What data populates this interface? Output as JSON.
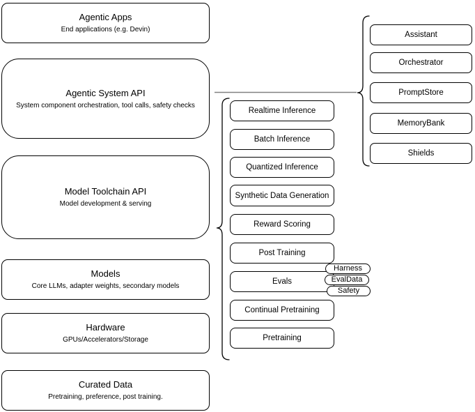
{
  "diagram": {
    "stack": [
      {
        "title": "Agentic Apps",
        "subtitle": "End applications (e.g. Devin)"
      },
      {
        "title": "Agentic System API",
        "subtitle": "System component orchestration, tool calls, safety checks"
      },
      {
        "title": "Model Toolchain API",
        "subtitle": "Model development & serving"
      },
      {
        "title": "Models",
        "subtitle": "Core LLMs, adapter weights, secondary models"
      },
      {
        "title": "Hardware",
        "subtitle": "GPUs/Accelerators/Storage"
      },
      {
        "title": "Curated Data",
        "subtitle": "Pretraining, preference, post training."
      }
    ],
    "toolchain": [
      "Realtime Inference",
      "Batch Inference",
      "Quantized Inference",
      "Synthetic Data Generation",
      "Reward Scoring",
      "Post Training",
      "Evals",
      "Continual Pretraining",
      "Pretraining"
    ],
    "evals_tags": [
      "Harness",
      "EvalData",
      "Safety"
    ],
    "system_components": [
      "Assistant",
      "Orchestrator",
      "PromptStore",
      "MemoryBank",
      "Shields"
    ],
    "colors": {
      "border": "#000000",
      "fill": "#ffffff",
      "text": "#000000",
      "connector": "#808080"
    }
  }
}
